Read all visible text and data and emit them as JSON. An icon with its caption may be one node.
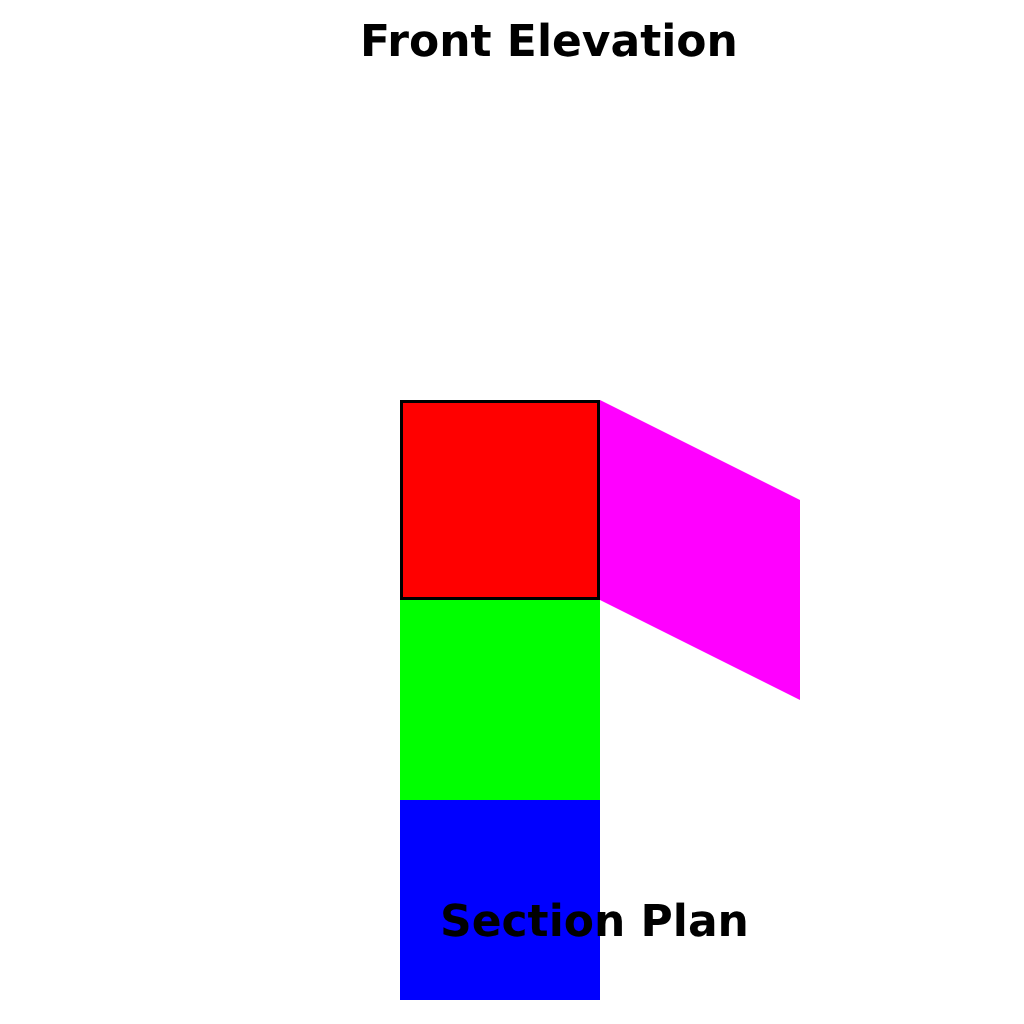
{
  "diagram": {
    "title": "Front Elevation",
    "nodes": [
      {
        "text": [],
        "shape": "box"
      },
      {
        "text": [],
        "shape": "box"
      },
      {
        "text": [],
        "shape": "box"
      },
      {
        "text": [],
        "shape": "parallelogram"
      }
    ],
    "labels": [
      "Section Plan"
    ]
  }
}
